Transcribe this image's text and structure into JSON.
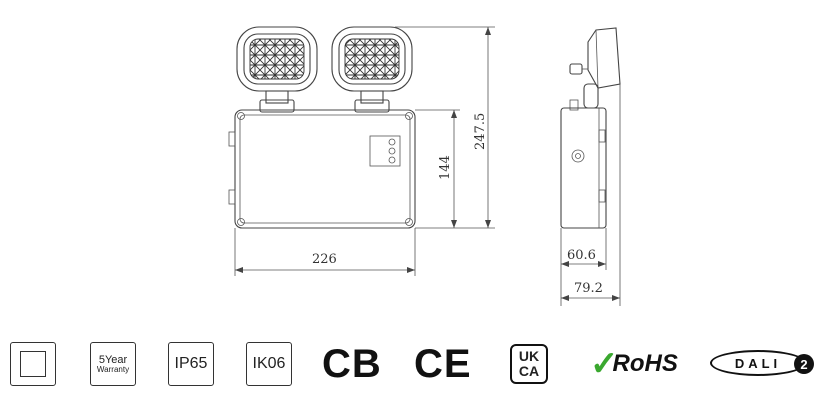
{
  "dimensions": {
    "overall_height": "247.5",
    "box_height": "144",
    "width": "226",
    "depth_box": "60.6",
    "depth_total": "79.2"
  },
  "badges": {
    "warranty_line1": "5Year",
    "warranty_line2": "Warranty",
    "ip_rating": "IP65",
    "ik_rating": "IK06",
    "cb_mark": "CB",
    "ce_mark": "CE",
    "ukca_line1": "UK",
    "ukca_line2": "CA",
    "rohs_mark": "RoHS",
    "dali_mark": "DALI",
    "dali_version": "2"
  }
}
